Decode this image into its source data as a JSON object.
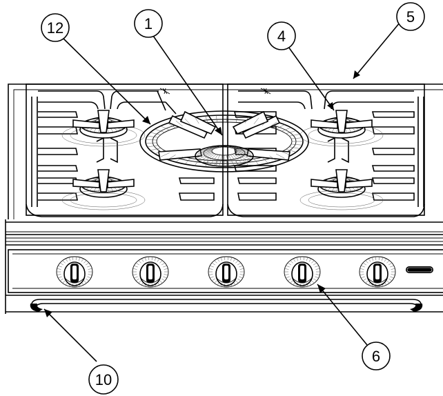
{
  "callouts": [
    {
      "id": "12",
      "label": "12",
      "target": "wok-ring"
    },
    {
      "id": "1",
      "label": "1",
      "target": "center-wok-burner"
    },
    {
      "id": "4",
      "label": "4",
      "target": "right-rear-burner"
    },
    {
      "id": "5",
      "label": "5",
      "target": "grate-back-edge"
    },
    {
      "id": "6",
      "label": "6",
      "target": "control-panel"
    },
    {
      "id": "10",
      "label": "10",
      "target": "front-handle-rail"
    }
  ],
  "parts": {
    "burners": [
      "left-rear-burner",
      "left-front-burner",
      "center-wok-burner",
      "right-rear-burner",
      "right-front-burner"
    ],
    "knobs": [
      "knob-1",
      "knob-2",
      "knob-3",
      "knob-4",
      "knob-5"
    ],
    "logo_badge": "brand-badge-icon"
  },
  "colors": {
    "line": "#000000",
    "background": "#ffffff",
    "hatch": "#777777"
  }
}
